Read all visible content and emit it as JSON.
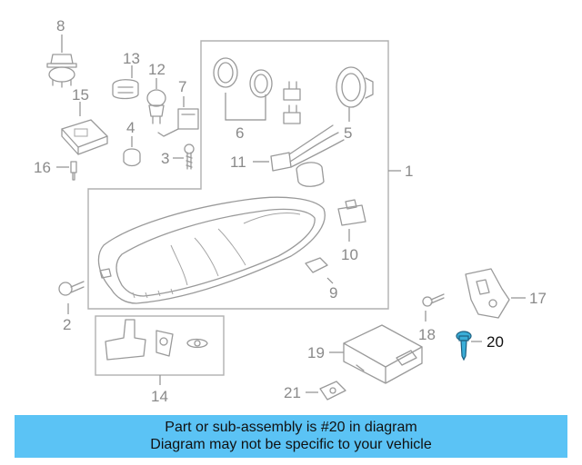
{
  "callouts": [
    "1",
    "2",
    "3",
    "4",
    "5",
    "6",
    "7",
    "8",
    "9",
    "10",
    "11",
    "12",
    "13",
    "14",
    "15",
    "16",
    "17",
    "18",
    "19",
    "20",
    "21"
  ],
  "highlighted_part": "20",
  "colors": {
    "banner_background": "#5bc3f5",
    "highlight_part": "#3aaed8",
    "line_art": "#9a9a9a",
    "callout_text": "#8a8a8a"
  },
  "banner": {
    "line1": "Part or sub-assembly is #20 in diagram",
    "line2": "Diagram may not be specific to your vehicle"
  }
}
